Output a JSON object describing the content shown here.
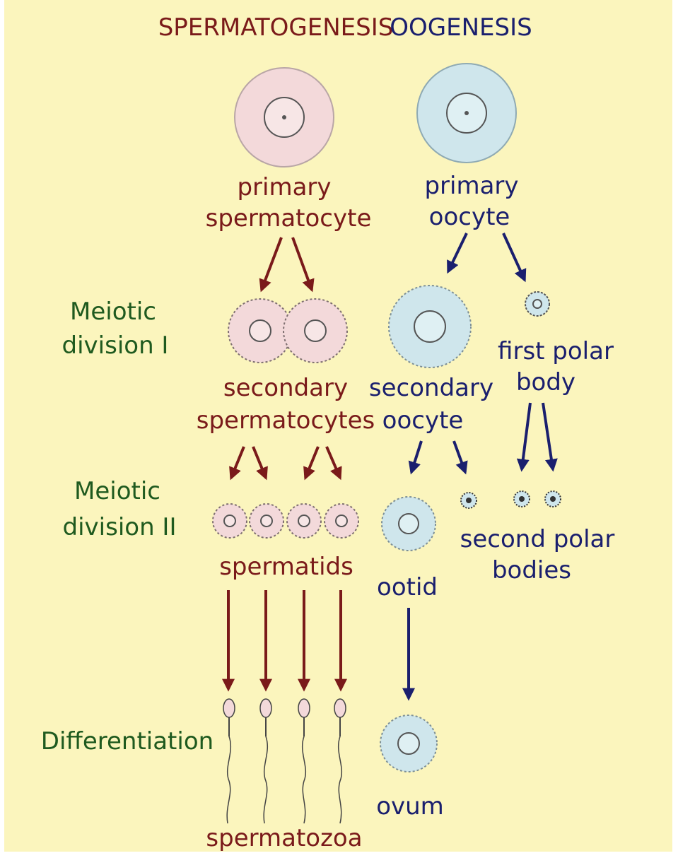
{
  "headings": {
    "left": "SPERMATOGENESIS",
    "right": "OOGENESIS"
  },
  "stage_labels": {
    "meiosis_1": [
      "Meiotic",
      "division I"
    ],
    "meiosis_2": [
      "Meiotic",
      "division II"
    ],
    "differentiation": "Differentiation"
  },
  "spermatogenesis": {
    "primary": [
      "primary",
      "spermatocyte"
    ],
    "secondary": [
      "secondary",
      "spermatocytes"
    ],
    "spermatids": "spermatids",
    "spermatozoa": "spermatozoa"
  },
  "oogenesis": {
    "primary": [
      "primary",
      "oocyte"
    ],
    "secondary": [
      "secondary",
      "oocyte"
    ],
    "first_polar": [
      "first polar",
      "body"
    ],
    "second_polar": [
      "second polar",
      "bodies"
    ],
    "ootid": "ootid",
    "ovum": "ovum"
  },
  "colors": {
    "background": "#fbf5bd",
    "sperm_text": "#7a1a1a",
    "oo_text": "#1a1f6e",
    "stage_text": "#1f5a1f",
    "sperm_cell": "#f3d9da",
    "oo_cell": "#cfe6ec"
  }
}
